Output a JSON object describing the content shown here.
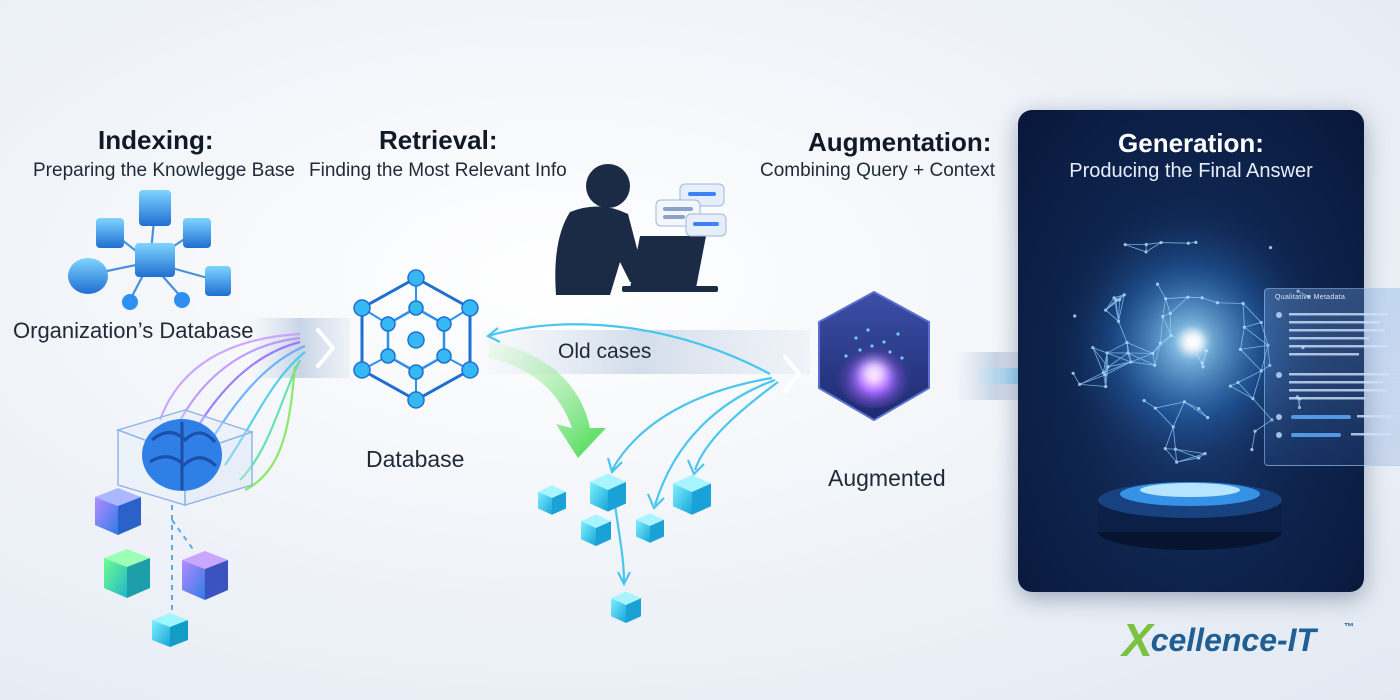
{
  "stages": {
    "indexing": {
      "title": "Indexing:",
      "subtitle": "Preparing the Knowlegge Base"
    },
    "retrieval": {
      "title": "Retrieval:",
      "subtitle": "Finding the Most Relevant Info"
    },
    "augmentation": {
      "title": "Augmentation:",
      "subtitle": "Combining Query + Context"
    },
    "generation": {
      "title": "Generation:",
      "subtitle": "Producing the Final Answer"
    }
  },
  "labels": {
    "org_database": "Organization’s Database",
    "database": "Database",
    "old_cases": "Old cases",
    "augmented": "Augmented"
  },
  "panel": {
    "card_heading": "Qualitative Metadata"
  },
  "logo": {
    "mark": "X",
    "text": "cellence-IT",
    "tm": "™"
  },
  "colors": {
    "node_blue": "#2e8ff0",
    "cube_cyan": "#36d6f2",
    "arrow_green": "#5fdc5a",
    "panel_navy": "#0f2650",
    "logo_green": "#7cc242",
    "logo_blue": "#1f5f93"
  }
}
